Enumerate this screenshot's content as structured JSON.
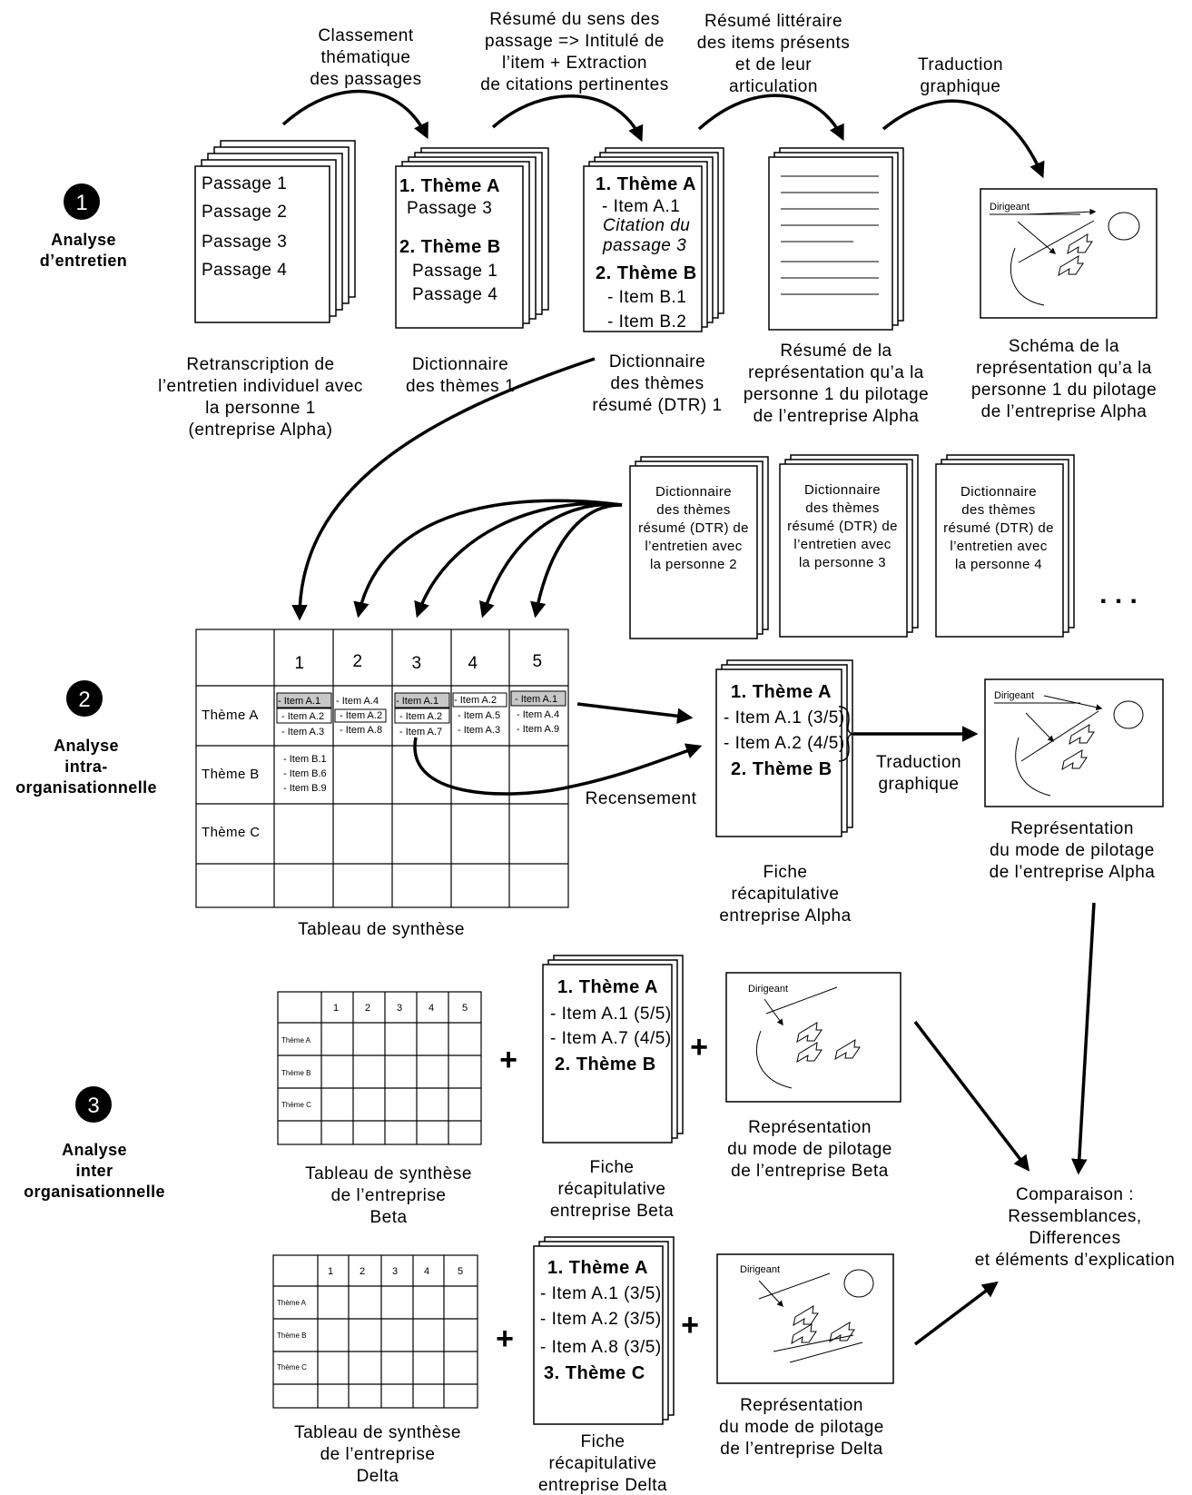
{
  "steps": [
    {
      "number": "1",
      "label_lines": [
        "Analyse",
        "d’entretien"
      ]
    },
    {
      "number": "2",
      "label_lines": [
        "Analyse",
        "intra-",
        "organisationnelle"
      ]
    },
    {
      "number": "3",
      "label_lines": [
        "Analyse",
        "inter",
        "organisationnelle"
      ]
    }
  ],
  "process_labels": {
    "classement": [
      "Classement",
      "thématique",
      "des passages"
    ],
    "resume_sens": [
      "Résumé du sens des",
      "passage => Intitulé de",
      "l’item + Extraction",
      "de citations pertinentes"
    ],
    "resume_litteraire": [
      "Résumé littéraire",
      "des items présents",
      "et de leur",
      "articulation"
    ],
    "traduction1": [
      "Traduction",
      "graphique"
    ],
    "traduction2": [
      "Traduction",
      "graphique"
    ],
    "recensement": "Recensement"
  },
  "transcription": {
    "lines": [
      "Passage 1",
      "Passage 2",
      "Passage 3",
      "Passage 4"
    ],
    "caption": [
      "Retranscription de",
      "l’entretien individuel avec",
      "la personne 1",
      "(entreprise Alpha)"
    ]
  },
  "dictionary": {
    "theme_a": "1. Thème A",
    "a_line": "Passage 3",
    "theme_b": "2. Thème B",
    "b_lines": [
      "Passage 1",
      "Passage 4"
    ],
    "caption": [
      "Dictionnaire",
      "des thèmes 1"
    ]
  },
  "dtr": {
    "theme_a": "1. Thème A",
    "item_a1": "- Item A.1",
    "citation": [
      "Citation du",
      "passage 3"
    ],
    "theme_b": "2. Thème B",
    "items_b": [
      "- Item B.1",
      "- Item B.2"
    ],
    "caption": [
      "Dictionnaire",
      "des thèmes",
      "résumé (DTR) 1"
    ]
  },
  "summary_doc": {
    "caption": [
      "Résumé de la",
      "représentation qu’a la",
      "personne 1 du pilotage",
      "de l’entreprise Alpha"
    ]
  },
  "schema1": {
    "dirigeant": "Dirigeant",
    "caption": [
      "Schéma de la",
      "représentation qu’a la",
      "personne 1 du pilotage",
      "de l’entreprise Alpha"
    ]
  },
  "other_dtrs": [
    {
      "lines": [
        "Dictionnaire",
        "des thèmes",
        "résumé (DTR) de",
        "l’entretien avec",
        "la personne 2"
      ]
    },
    {
      "lines": [
        "Dictionnaire",
        "des thèmes",
        "résumé (DTR) de",
        "l’entretien avec",
        "la personne 3"
      ]
    },
    {
      "lines": [
        "Dictionnaire",
        "des thèmes",
        "résumé (DTR) de",
        "l’entretien avec",
        "la personne 4"
      ]
    }
  ],
  "ellipsis": ". . .",
  "synth_table": {
    "columns": [
      "1",
      "2",
      "3",
      "4",
      "5"
    ],
    "rows": [
      "Thème A",
      "Thème B",
      "Thème C"
    ],
    "theme_a_cells": [
      [
        "- Item A.1",
        "- Item A.2",
        "- Item A.3"
      ],
      [
        "- Item A.4",
        "- Item A.2",
        "- Item A.8"
      ],
      [
        "- Item A.1",
        "- Item A.2",
        "- Item A.7"
      ],
      [
        "- Item A.2",
        "- Item A.5",
        "- Item A.3"
      ],
      [
        "- Item A.1",
        "- Item A.4",
        "- Item A.9"
      ]
    ],
    "theme_b_cell": [
      "- Item B.1",
      "- Item B.6",
      "- Item B.9"
    ],
    "caption": "Tableau de synthèse"
  },
  "fiche_alpha": {
    "theme_a": "1. Thème A",
    "items": [
      "- Item A.1 (3/5)",
      "- Item A.2 (4/5)"
    ],
    "theme_b": "2. Thème B",
    "caption": [
      "Fiche",
      "récapitulative",
      "entreprise Alpha"
    ]
  },
  "schema_alpha": {
    "dirigeant": "Dirigeant",
    "caption": [
      "Représentation",
      "du mode de pilotage",
      "de l’entreprise Alpha"
    ]
  },
  "beta": {
    "table_columns": [
      "1",
      "2",
      "3",
      "4",
      "5"
    ],
    "table_rows": [
      "Thème A",
      "Thème B",
      "Thème C"
    ],
    "table_caption": [
      "Tableau de synthèse",
      "de l’entreprise",
      "Beta"
    ],
    "fiche_theme_a": "1. Thème A",
    "fiche_items": [
      "- Item A.1 (5/5)",
      "- Item A.7 (4/5)"
    ],
    "fiche_theme_b": "2. Thème B",
    "fiche_caption": [
      "Fiche",
      "récapitulative",
      "entreprise Beta"
    ],
    "schema_dirigeant": "Dirigeant",
    "schema_caption": [
      "Représentation",
      "du mode de pilotage",
      "de l’entreprise Beta"
    ]
  },
  "delta": {
    "table_columns": [
      "1",
      "2",
      "3",
      "4",
      "5"
    ],
    "table_rows": [
      "Thème A",
      "Thème B",
      "Thème C"
    ],
    "table_caption": [
      "Tableau de synthèse",
      "de l’entreprise",
      "Delta"
    ],
    "fiche_theme_a": "1. Thème A",
    "fiche_items": [
      "- Item A.1 (3/5)",
      "- Item A.2 (3/5)",
      "- Item A.8 (3/5)"
    ],
    "fiche_theme_c": "3. Thème C",
    "fiche_caption": [
      "Fiche",
      "récapitulative",
      "entreprise Delta"
    ],
    "schema_dirigeant": "Dirigeant",
    "schema_caption": [
      "Représentation",
      "du mode de pilotage",
      "de l’entreprise Delta"
    ]
  },
  "plus": "+",
  "comparison": [
    "Comparaison :",
    "Ressemblances,",
    "Differences",
    "et éléments d’explication"
  ]
}
